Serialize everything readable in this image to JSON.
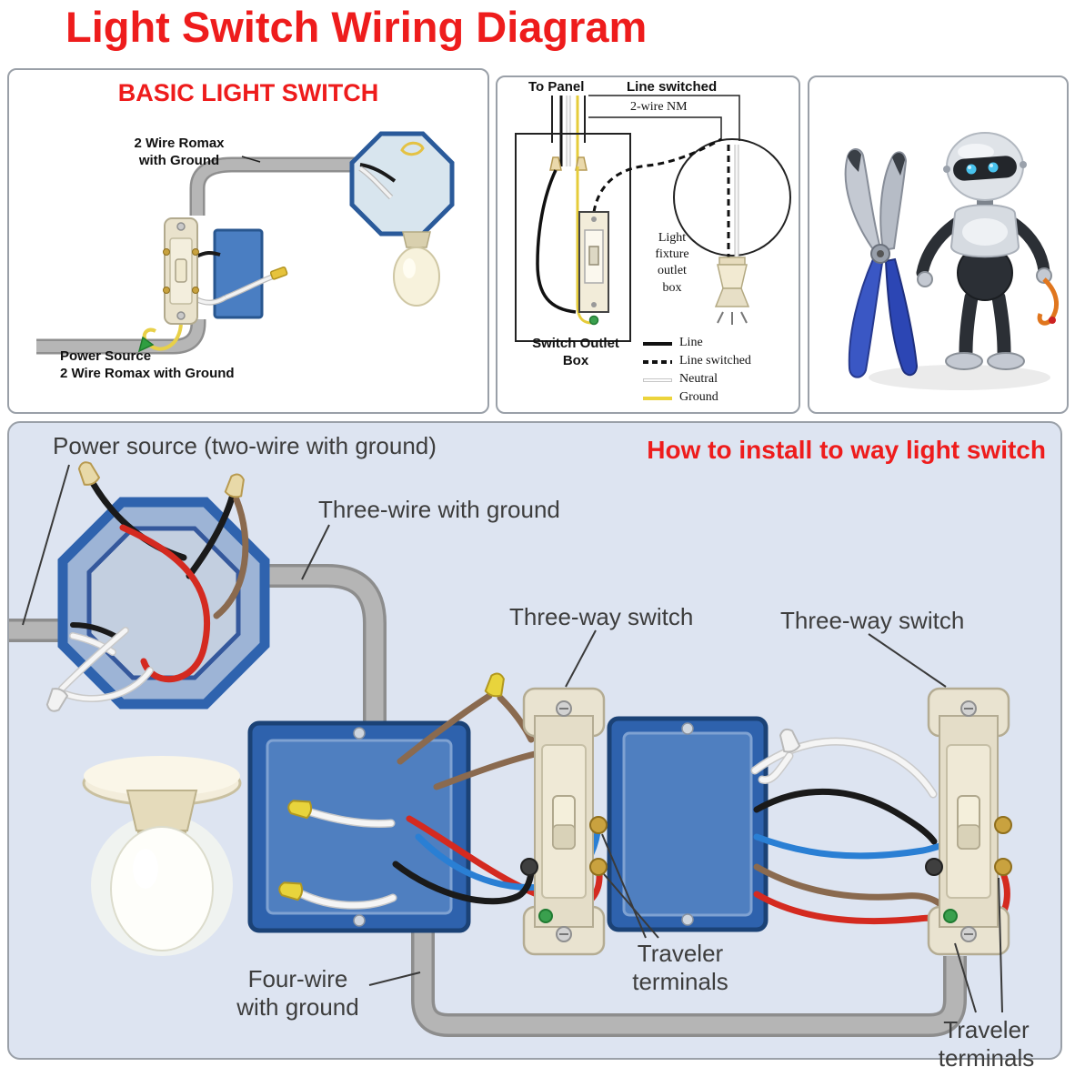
{
  "page": {
    "title": "Light Switch Wiring Diagram"
  },
  "basic": {
    "title": "BASIC LIGHT SWITCH",
    "wire_label": "2 Wire Romax\nwith Ground",
    "power_label": "Power Source\n2 Wire Romax with Ground"
  },
  "outlet": {
    "to_panel": "To Panel",
    "line_switched": "Line switched",
    "wire_nm": "2-wire NM",
    "fixture_label": "Light\nfixture\noutlet\nbox",
    "box_label": "Switch Outlet\nBox",
    "legend": [
      {
        "label": "Line"
      },
      {
        "label": "Line switched"
      },
      {
        "label": "Neutral"
      },
      {
        "label": "Ground"
      }
    ]
  },
  "install": {
    "title": "How to install to way light switch",
    "power_source": "Power source (two-wire with ground)",
    "three_wire": "Three-wire with ground",
    "switch_left": "Three-way switch",
    "switch_right": "Three-way switch",
    "traveler_left": "Traveler\nterminals",
    "traveler_right": "Traveler\nterminals",
    "four_wire": "Four-wire\nwith ground"
  },
  "colors": {
    "accent_red": "#ee1c1c",
    "box_blue": "#2e62ad",
    "wire_red": "#d42a20",
    "wire_black": "#1a1a1a",
    "wire_white": "#f5f5f5",
    "wire_brown": "#8a6a4f",
    "wire_blue": "#2a7fd4",
    "wire_yellow": "#e8d048",
    "conduit_gray": "#b5b5b5",
    "install_bg": "#dde4f1"
  }
}
